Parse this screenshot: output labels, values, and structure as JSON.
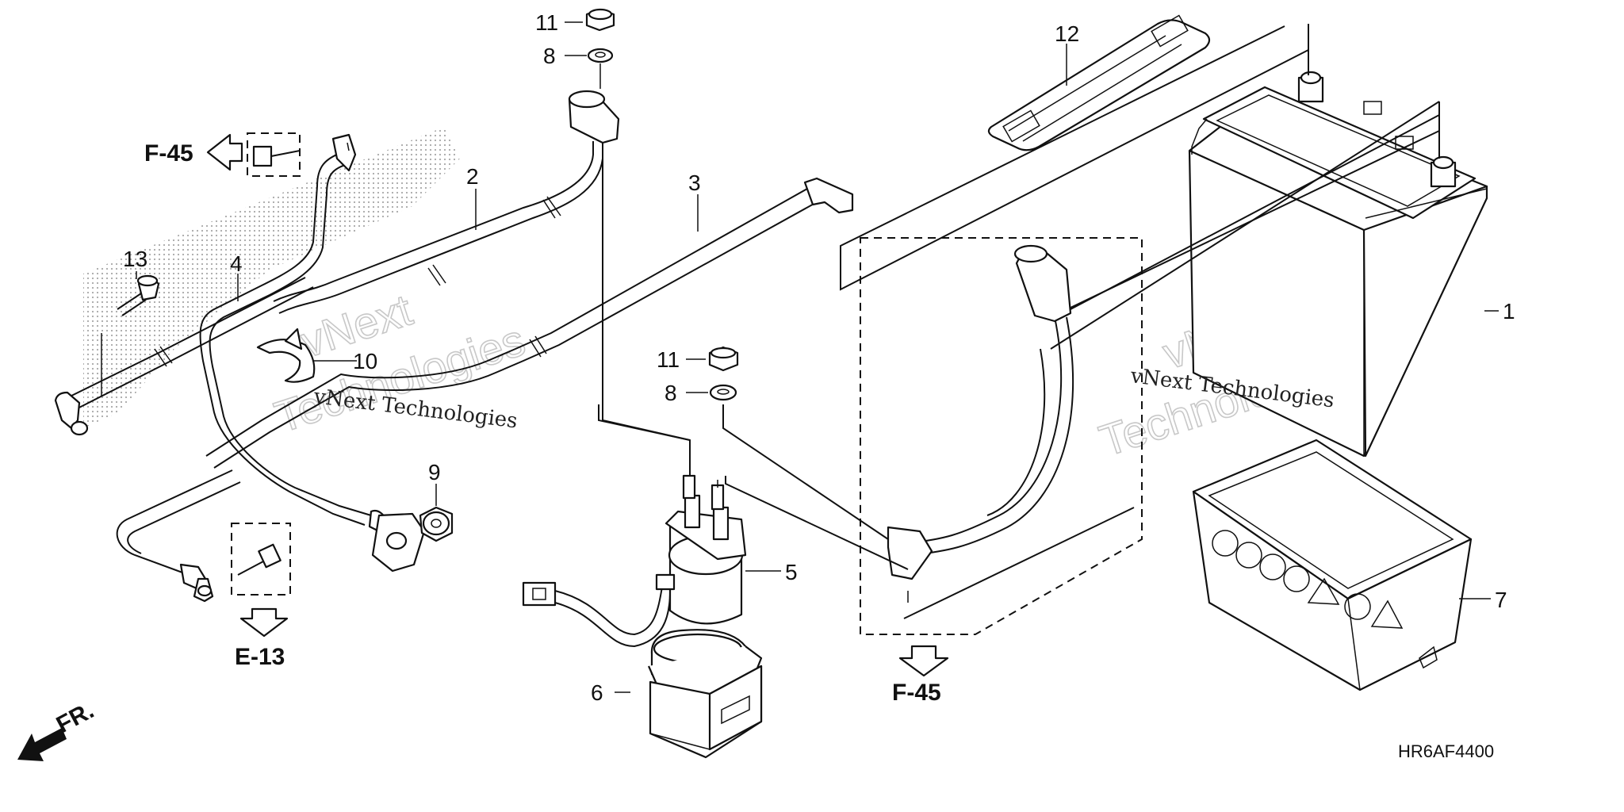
{
  "callouts": {
    "p1": "1",
    "p2": "2",
    "p3": "3",
    "p4": "4",
    "p5": "5",
    "p6": "6",
    "p7": "7",
    "p8a": "8",
    "p8b": "8",
    "p9": "9",
    "p10": "10",
    "p11a": "11",
    "p11b": "11",
    "p12": "12",
    "p13": "13"
  },
  "references": {
    "f45_top": "F-45",
    "e13": "E-13",
    "f45_bottom": "F-45",
    "front": "FR."
  },
  "diagram_code": "HR6AF4400",
  "watermark": {
    "line1": "vNext Technologies",
    "line2": "vNext Technologies",
    "big_a": "vNext",
    "big_b": "Technologies",
    "big_c": "vNext",
    "big_d": "Technologies"
  }
}
